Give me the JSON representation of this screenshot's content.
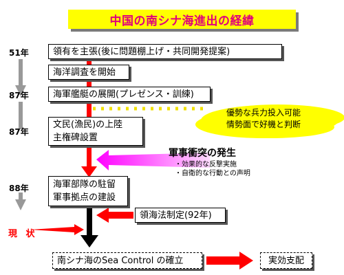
{
  "title": "中国の南シナ海進出の経緯",
  "years": [
    "51年",
    "87年",
    "87年",
    "88年"
  ],
  "stages": [
    "領有を主張(後に問題棚上げ・共同開発提案)",
    "海洋調査を開始",
    "海軍艦艇の展開(プレゼンス・訓練)",
    "文民(漁民)の上陸",
    "主権碑設置",
    "海軍部隊の駐留",
    "軍事拠点の建設"
  ],
  "cloud": {
    "line1": "優勢な兵力投入可能",
    "line2": "情勢面で好機と判断"
  },
  "conflict": {
    "title": "軍事衝突の発生",
    "items": [
      "・効果的な反撃実施",
      "・自衛的な行動との声明"
    ]
  },
  "law_box": "領海法制定(92年)",
  "current_label": "現 状",
  "sea_control": "南シナ海のSea Control の確立",
  "result": "実効支配",
  "colors": {
    "accent_red": "#ff0000",
    "title_bg": "#ffff00",
    "title_text": "#e0007a",
    "magenta": "#ff33ff",
    "gray_arrow": "#999999"
  }
}
